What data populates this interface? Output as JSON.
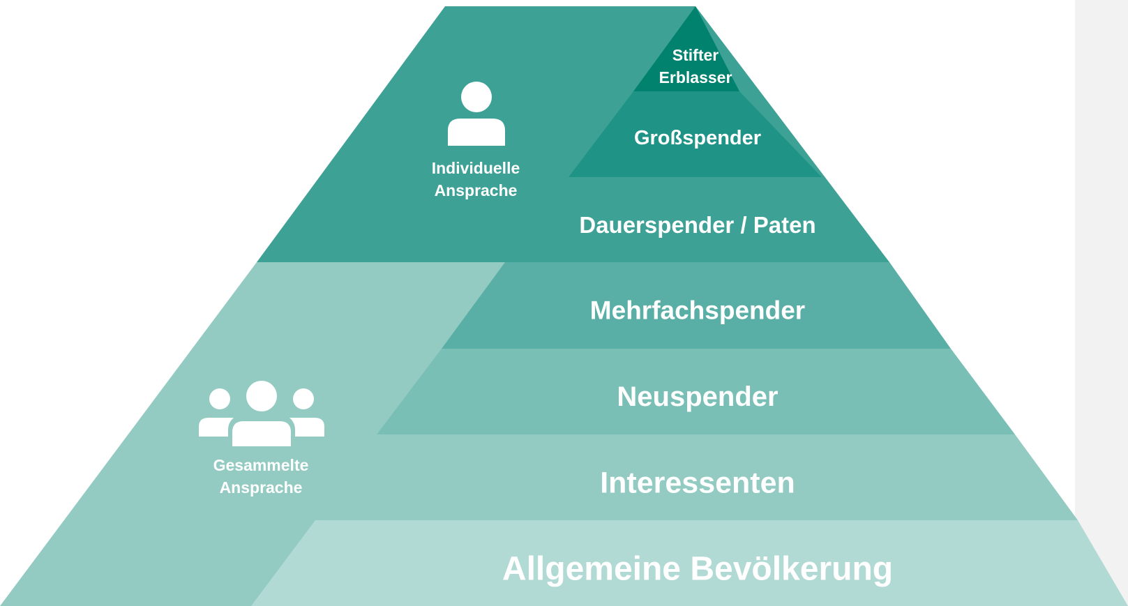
{
  "diagram": {
    "groups": {
      "individual": {
        "line1": "Individuelle",
        "line2": "Ansprache",
        "icon": "person-icon"
      },
      "collective": {
        "line1": "Gesammelte",
        "line2": "Ansprache",
        "icon": "group-icon"
      }
    },
    "tiers": [
      {
        "line1": "Stifter",
        "line2": "Erblasser",
        "color": "#00826F"
      },
      {
        "line1": "Großspender",
        "color": "#1F9486"
      },
      {
        "line1": "Dauerspender / Paten",
        "color": "#3EA196"
      },
      {
        "line1": "Mehrfachspender",
        "color": "#59AFA5"
      },
      {
        "line1": "Neuspender",
        "color": "#79BFB5"
      },
      {
        "line1": "Interessenten",
        "color": "#93CBC3"
      },
      {
        "line1": "Allgemeine Bevölkerung",
        "color": "#B2DAD4"
      }
    ],
    "colors": {
      "individual_band": "#3EA196",
      "collective_band": "#93CBC3",
      "side_panel": "#F2F2F2",
      "text": "#FFFFFF"
    }
  }
}
